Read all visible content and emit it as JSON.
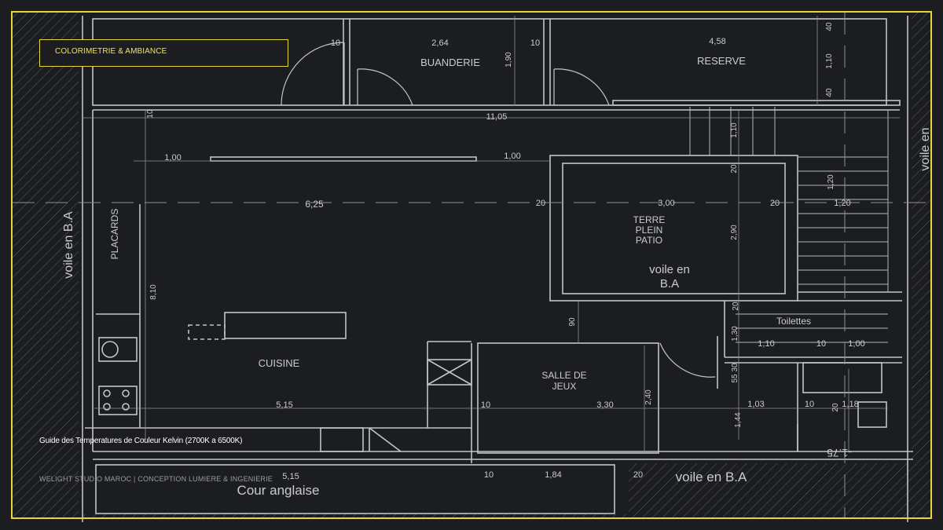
{
  "header": {
    "title": "COLORIMETRIE & AMBIANCE"
  },
  "main": {
    "subtitle": "Guide des Temperatures de Couleur Kelvin (2700K a 6500K)",
    "footer": "WELIGHT STUDIO MAROC | CONCEPTION LUMIERE & INGENIERIE"
  },
  "colors": {
    "accent": "#e5d640",
    "background": "#1c1d20",
    "lines": "#c9cbd1"
  },
  "plan": {
    "rooms": {
      "buanderie": "BUANDERIE",
      "reserve": "RESERVE",
      "terre_plein_1": "TERRE",
      "terre_plein_2": "PLEIN",
      "terre_plein_3": "PATIO",
      "voile_patio_1": "voile en",
      "voile_patio_2": "B.A",
      "cuisine": "CUISINE",
      "salle_jeux_1": "SALLE DE",
      "salle_jeux_2": "JEUX",
      "toilettes": "Toilettes",
      "placards": "PLACARDS",
      "cour": "Cour anglaise",
      "voile_left": "voile en B.A",
      "voile_bottom": "voile en B.A",
      "voile_right": "voile en"
    },
    "dims": {
      "d10a": "10",
      "d264": "2,64",
      "d10b": "10",
      "d458": "4,58",
      "d40a": "40",
      "d110a": "1,10",
      "d40b": "40",
      "d190": "1,90",
      "d10c": "10",
      "d1105": "11,05",
      "d100a": "1,00",
      "d100b": "1,00",
      "d110b": "1,10",
      "d20a": "20",
      "d120a": "1,20",
      "d625": "6,25",
      "d20b": "20",
      "d300": "3,00",
      "d20c": "20",
      "d120b": "1,20",
      "d290": "2,90",
      "d810": "8,10",
      "d90": "90",
      "d20d": "20",
      "d110c": "1,10",
      "d10d": "10",
      "d100c": "1,00",
      "d130": "1,30",
      "d55": "55",
      "d30": "30",
      "d515a": "5,15",
      "d10e": "10",
      "d330": "3,30",
      "d240": "2,40",
      "d103": "1,03",
      "d10f": "10",
      "d20e": "20",
      "d118": "1,18",
      "d144": "1,44",
      "d515b": "5,15",
      "d10g": "10",
      "d184": "1,84",
      "d20f": "20",
      "level": "-1.75"
    }
  }
}
